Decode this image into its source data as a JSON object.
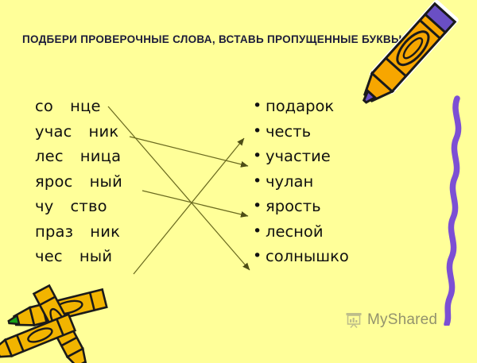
{
  "page": {
    "title": "ПОДБЕРИ ПРОВЕРОЧНЫЕ СЛОВА, ВСТАВЬ ПРОПУЩЕННЫЕ БУКВЫ",
    "background_color": "#ffff99",
    "text_color": "#111111",
    "title_color": "#1b1b3a"
  },
  "left_column": {
    "items": [
      {
        "first": "со",
        "second": "нце",
        "full_hint": "со нце"
      },
      {
        "first": "учас",
        "second": "ник",
        "full_hint": "учас ник"
      },
      {
        "first": "лес",
        "second": "ница",
        "full_hint": "лес ница"
      },
      {
        "first": "ярос",
        "second": "ный",
        "full_hint": "ярос ный"
      },
      {
        "first": "чу",
        "second": "ство",
        "full_hint": "чу ство"
      },
      {
        "first": "праз",
        "second": "ник",
        "full_hint": "праз ник"
      },
      {
        "first": "чес",
        "second": "ный",
        "full_hint": "чес ный"
      }
    ]
  },
  "right_column": {
    "bullet": "•",
    "items": [
      {
        "label": "подарок"
      },
      {
        "label": "честь"
      },
      {
        "label": "участие"
      },
      {
        "label": "чулан"
      },
      {
        "label": "ярость"
      },
      {
        "label": "лесной"
      },
      {
        "label": "солнышко"
      }
    ]
  },
  "connections": {
    "line_color": "#6b6b20",
    "pairs": [
      {
        "from": "со нце",
        "to": "солнышко"
      },
      {
        "from": "учас ник",
        "to": "участие"
      },
      {
        "from": "ярос ный",
        "to": "ярость"
      },
      {
        "from": "чес ный",
        "to": "честь"
      }
    ]
  },
  "decorations": {
    "crayon_top_right": {
      "name": "orange-crayon",
      "body_color": "#f7a600",
      "tip_color": "#6a4fc4"
    },
    "squiggle": {
      "name": "purple-squiggle",
      "color": "#7c4fd4"
    },
    "crayons_bottom_left": {
      "name": "crossed-crayons",
      "body_color": "#f2b400",
      "tip_colors": [
        "#18a018",
        "#d81a1a",
        "#d81a1a"
      ]
    }
  },
  "watermark": {
    "text": "MyShared",
    "icon": "presentation-chart-icon",
    "color": "#8a8a6a"
  }
}
